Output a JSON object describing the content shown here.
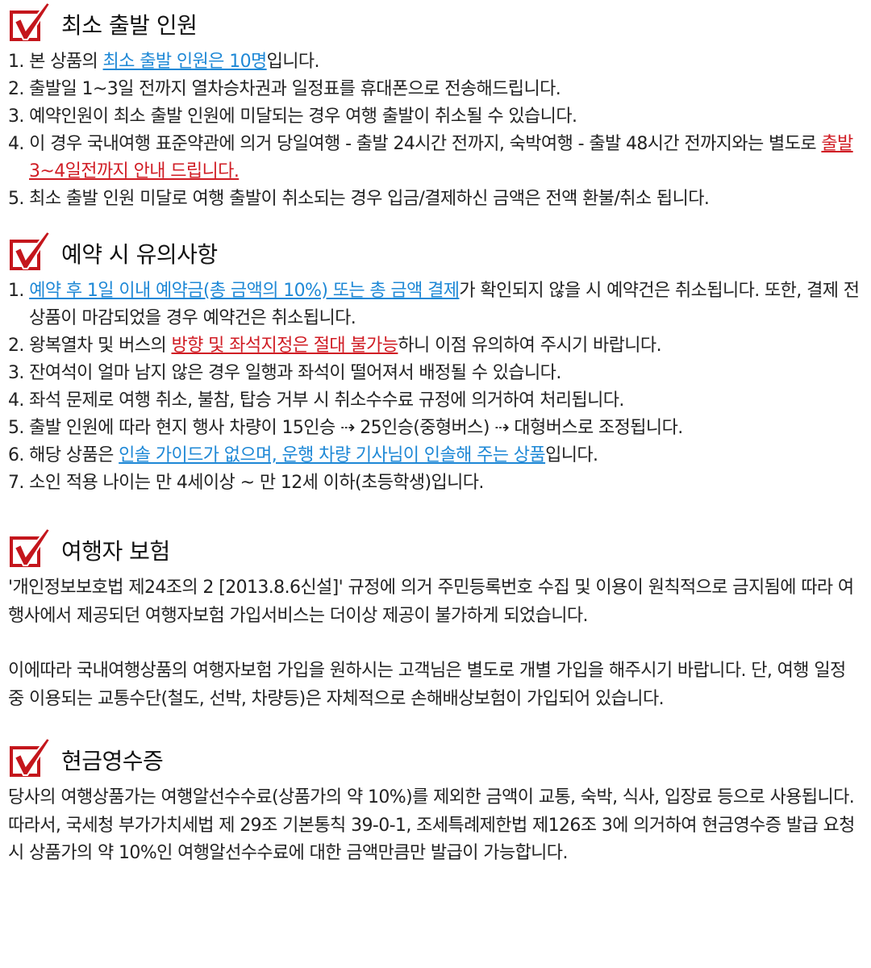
{
  "sections": [
    {
      "title": "최소 출발 인원",
      "type": "list",
      "items": [
        [
          {
            "t": "1. 본 상품의 "
          },
          {
            "t": "최소 출발 인원은 10명",
            "c": "blue"
          },
          {
            "t": "입니다."
          }
        ],
        [
          {
            "t": "2. 출발일 1~3일 전까지 열차승차권과 일정표를 휴대폰으로 전송해드립니다."
          }
        ],
        [
          {
            "t": "3. 예약인원이 최소 출발 인원에 미달되는 경우 여행 출발이 취소될 수 있습니다."
          }
        ],
        [
          {
            "t": "4. 이 경우 국내여행 표준약관에 의거 당일여행 - 출발 24시간 전까지, 숙박여행 - 출발 48시간 전까지와는 별도로 "
          },
          {
            "t": "출발 3~4일전까지 안내 드립니다.",
            "c": "red"
          }
        ],
        [
          {
            "t": "5. 최소 출발 인원 미달로 여행 출발이 취소되는 경우 입금/결제하신 금액은 전액 환불/취소 됩니다."
          }
        ]
      ]
    },
    {
      "title": "예약 시 유의사항",
      "type": "list",
      "items": [
        [
          {
            "t": "1. "
          },
          {
            "t": "예약 후 1일 이내 예약금(총 금액의 10%) 또는 총 금액 결제",
            "c": "blue"
          },
          {
            "t": "가 확인되지 않을 시 예약건은 취소됩니다. 또한, 결제 전 상품이 마감되었을 경우 예약건은 취소됩니다."
          }
        ],
        [
          {
            "t": "2. 왕복열차 및 버스의 "
          },
          {
            "t": "방향 및 좌석지정은 절대 불가능",
            "c": "red"
          },
          {
            "t": "하니 이점 유의하여 주시기 바랍니다."
          }
        ],
        [
          {
            "t": "3. 잔여석이 얼마 남지 않은 경우 일행과 좌석이 떨어져서 배정될 수 있습니다."
          }
        ],
        [
          {
            "t": "4. 좌석 문제로 여행 취소, 불참, 탑승 거부 시 취소수수료 규정에 의거하여 처리됩니다."
          }
        ],
        [
          {
            "t": "5. 출발 인원에 따라 현지 행사 차량이 15인승 ⇢ 25인승(중형버스) ⇢ 대형버스로 조정됩니다."
          }
        ],
        [
          {
            "t": "6. 해당 상품은 "
          },
          {
            "t": "인솔 가이드가 없으며, 운행 차량 기사님이 인솔해 주는 상품",
            "c": "blue"
          },
          {
            "t": "입니다."
          }
        ],
        [
          {
            "t": "7. 소인 적용 나이는 만 4세이상 ~ 만 12세 이하(초등학생)입니다."
          }
        ]
      ]
    },
    {
      "title": "여행자 보험",
      "type": "para",
      "items": [
        [
          {
            "t": "'개인정보보호법 제24조의 2 [2013.8.6신설]' 규정에 의거 주민등록번호 수집 및 이용이 원칙적으로 금지됨에 따라 여행사에서 제공되던 여행자보험 가입서비스는 더이상 제공이 불가하게 되었습니다."
          }
        ],
        [
          {
            "t": "이에따라 국내여행상품의 여행자보험 가입을 원하시는 고객님은 별도로 개별 가입을 해주시기 바랍니다. 단, 여행 일정 중 이용되는 교통수단(철도, 선박, 차량등)은 자체적으로 손해배상보험이 가입되어 있습니다."
          }
        ]
      ]
    },
    {
      "title": "현금영수증",
      "type": "para",
      "items": [
        [
          {
            "t": "당사의 여행상품가는 여행알선수수료(상품가의 약 10%)를 제외한 금액이 교통, 숙박, 식사, 입장료 등으로 사용됩니다. 따라서, 국세청 부가가치세법 제 29조 기본통칙 39-0-1, 조세특례제한법 제126조 3에 의거하여 현금영수증 발급 요청 시 상품가의 약 10%인 여행알선수수료에 대한 금액만큼만 발급이 가능합니다."
          }
        ]
      ]
    }
  ]
}
